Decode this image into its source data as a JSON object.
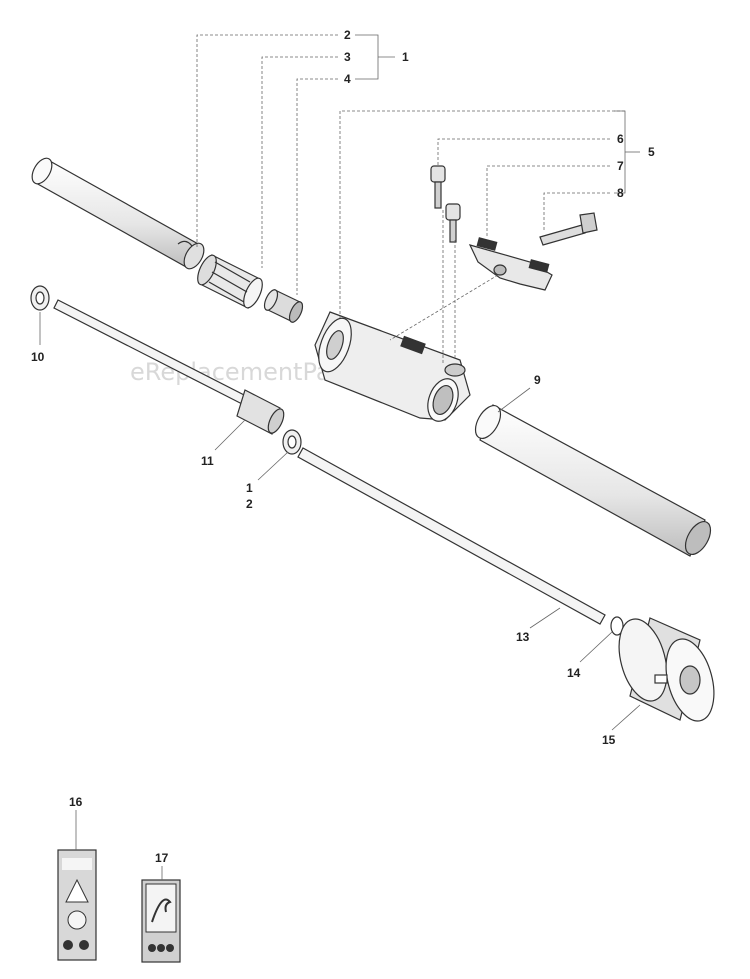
{
  "watermark": "eReplacementParts.com",
  "callouts": {
    "c2a": "2",
    "c3a": "3",
    "c1a": "1",
    "c4a": "4",
    "c6": "6",
    "c7": "7",
    "c8": "8",
    "c5": "5",
    "c10": "10",
    "c9": "9",
    "c11": "11",
    "c1b": "1",
    "c2b": "2",
    "c13": "13",
    "c14": "14",
    "c15": "15",
    "c16": "16",
    "c17": "17"
  },
  "colors": {
    "part_fill": "#f2f2f2",
    "part_shade": "#cfcfcf",
    "line": "#333333"
  }
}
